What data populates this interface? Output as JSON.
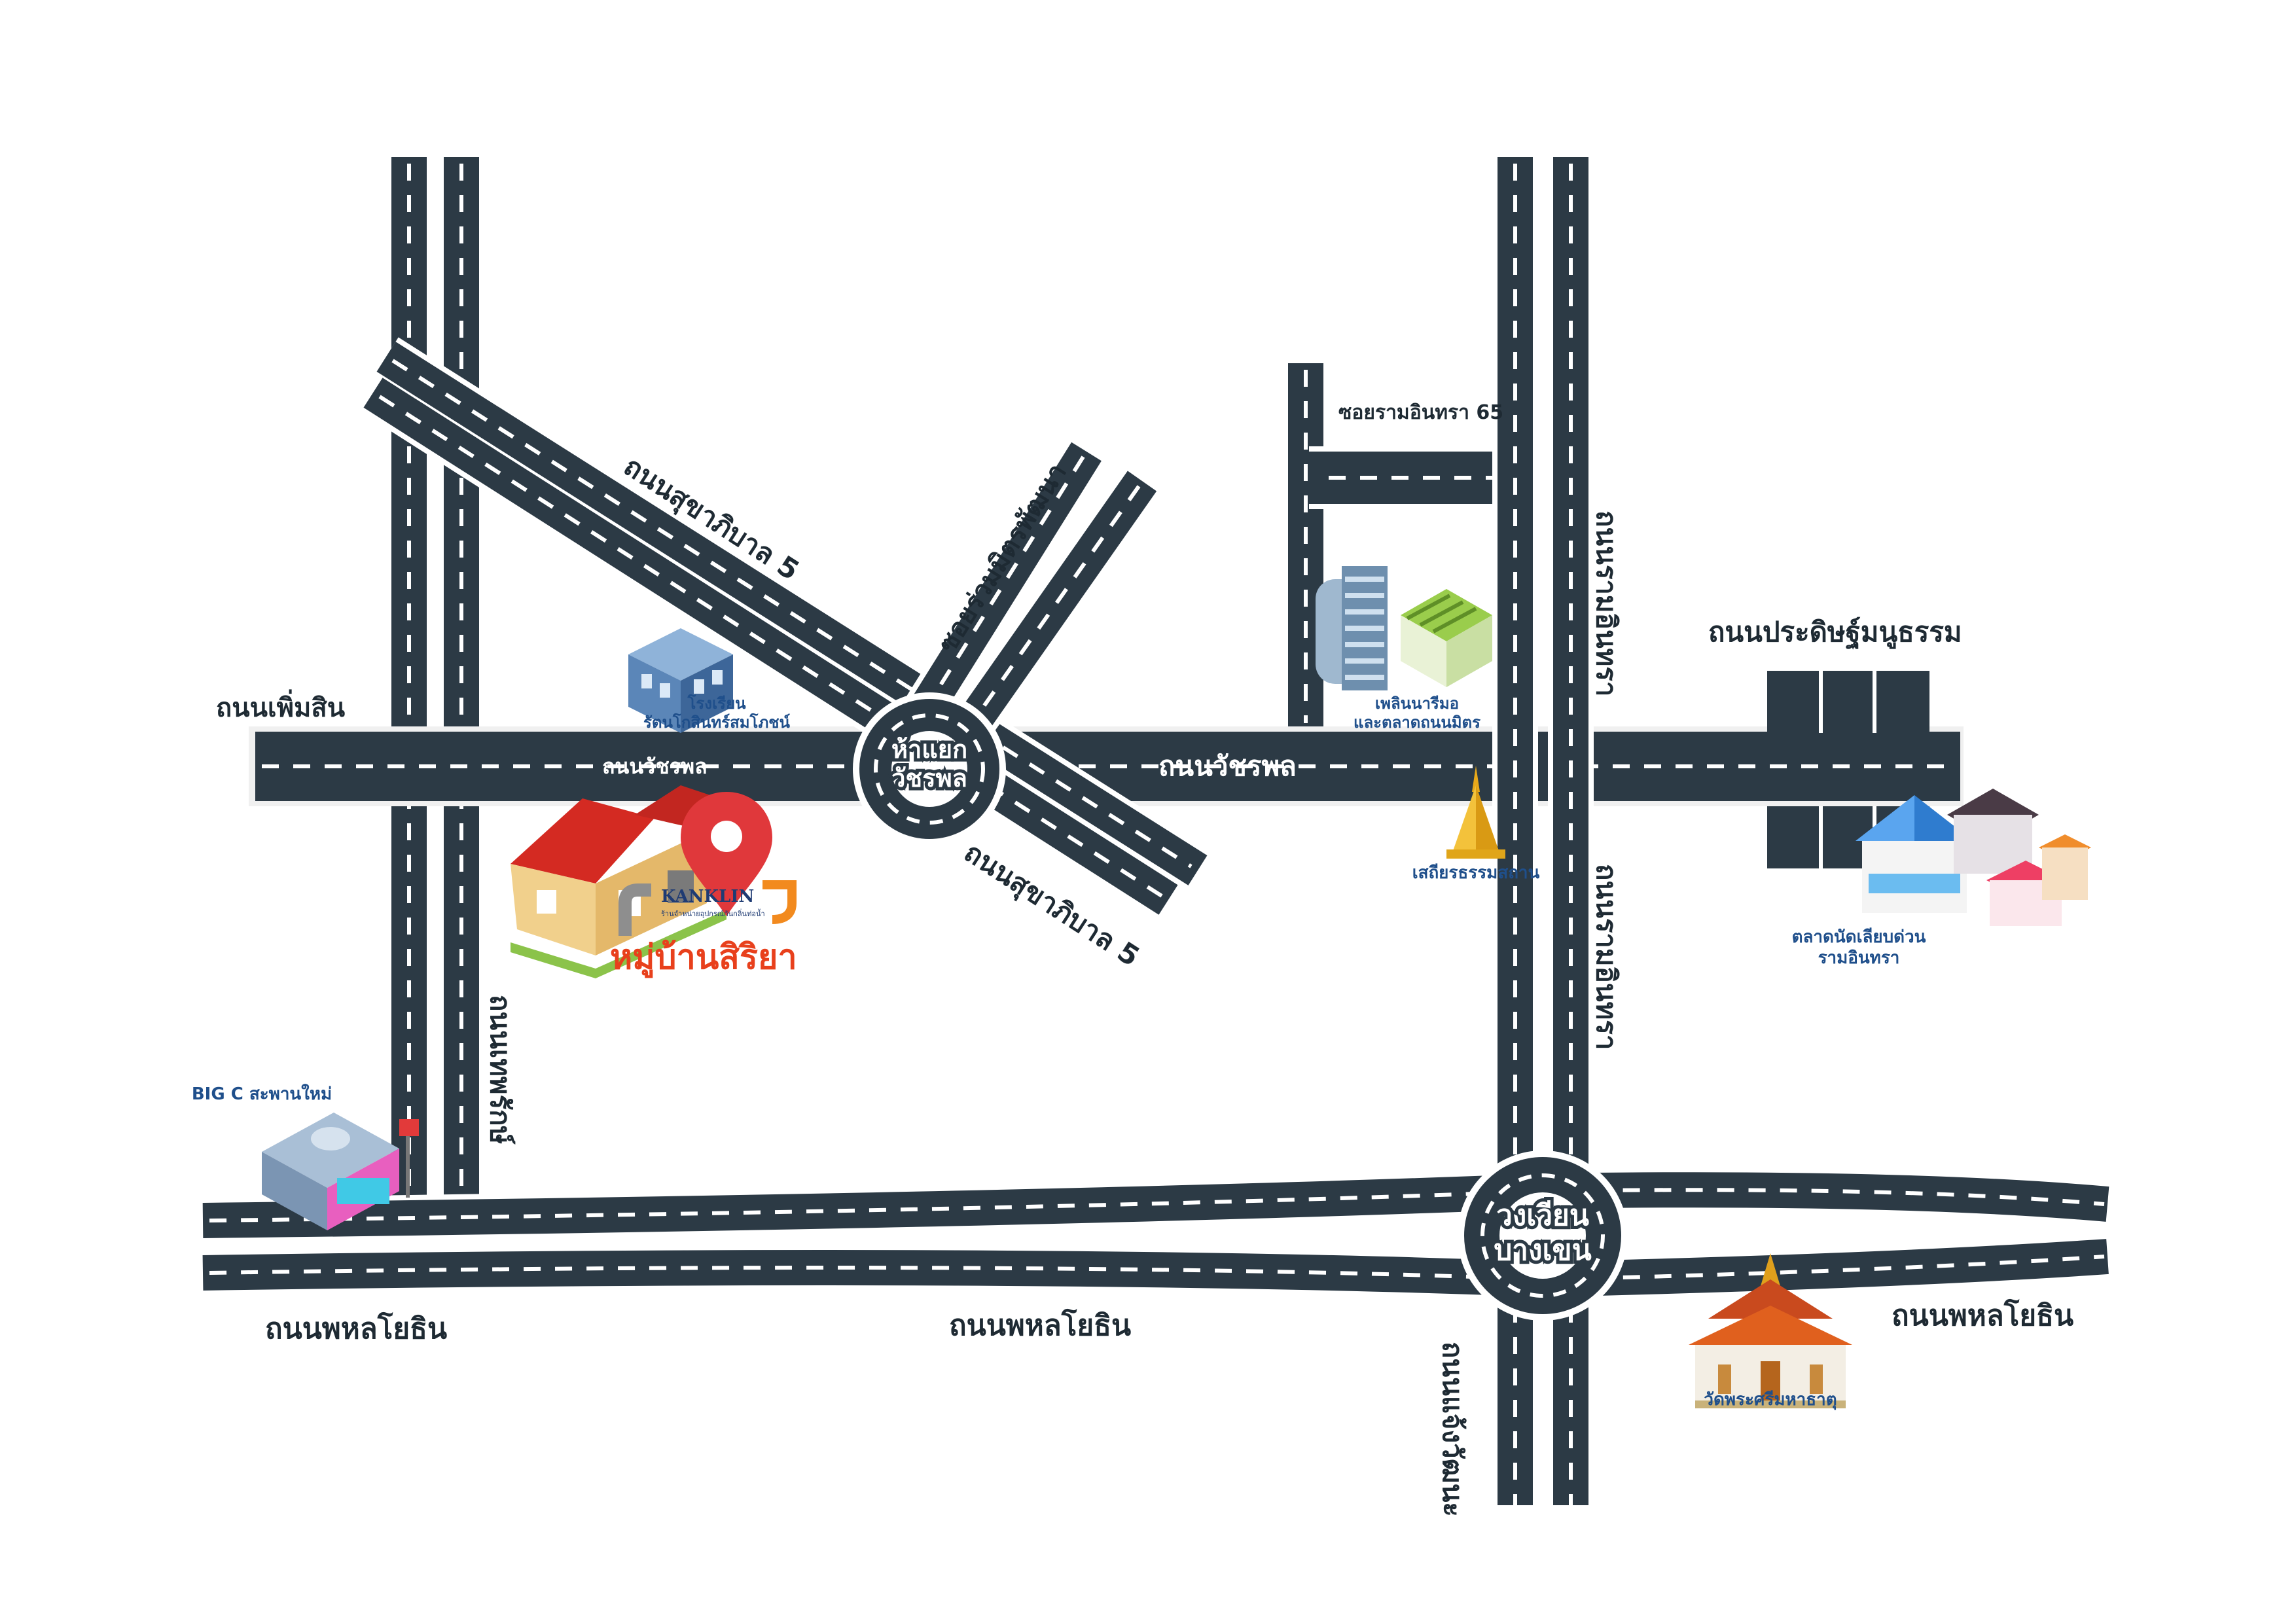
{
  "roads": {
    "phoem_sin": "ถนนเพิ่มสิน",
    "watcharaphon_left": "ถนนวัชรพล",
    "watcharaphon_right": "ถนนวัชรพล",
    "sukhaphiban5_upper": "ถนนสุขาภิบาล 5",
    "sukhaphiban5_lower": "ถนนสุขาภิบาล 5",
    "soi_ruam_mit": "ซอยร่วมมิตรพัฒนา",
    "soi_ram_inthra_65": "ซอยรามอินทรา 65",
    "ram_inthra_upper": "ถนนรามอินทรา",
    "ram_inthra_lower": "ถนนรามอินทรา",
    "pradit_manutham": "ถนนประดิษฐ์มนูธรรม",
    "thep_rak": "ถนนเทพรักษ์",
    "phahonyothin_left": "ถนนพหลโยธิน",
    "phahonyothin_center": "ถนนพหลโยธิน",
    "phahonyothin_right": "ถนนพหลโยธิน",
    "chaeng_watthana": "ถนนแจ้งวัฒนะ"
  },
  "junctions": {
    "watcharaphon_line1": "ห้าแยก",
    "watcharaphon_line2": "วัชรพล",
    "bang_khen_line1": "วงเวียน",
    "bang_khen_line2": "บางเขน"
  },
  "pois": {
    "school_line1": "โรงเรียน",
    "school_line2": "รัตนโกสินทร์สมโภชน์",
    "fashion_line1": "เพลินนารีมอ",
    "fashion_line2": "และตลาดถนนมิตร",
    "pagoda": "เสถียรธรรมสถาน",
    "market_line1": "ตลาดนัดเลียบด่วน",
    "market_line2": "รามอินทรา",
    "bigc": "BIG C สะพานใหม่",
    "temple": "วัดพระศรีมหาธาตุ",
    "village": "หมู่บ้านสิริยา",
    "brand": "KANKLIN",
    "brand_tagline": "ร้านจำหน่ายอุปกรณ์กันกลิ่นท่อน้ำ"
  },
  "colors": {
    "road": "#2c3a45",
    "pin": "#e0383b",
    "village_text": "#e8401c",
    "poi_text": "#1f4f8b",
    "brand_orange": "#f28a1e"
  },
  "icons": {
    "location_pin": "map-pin-icon",
    "school": "school-building-icon",
    "fashion": "office-building-icon",
    "pagoda": "pagoda-icon",
    "market": "market-stall-icon",
    "bigc": "mall-building-icon",
    "temple": "temple-icon",
    "village": "house-icon"
  }
}
